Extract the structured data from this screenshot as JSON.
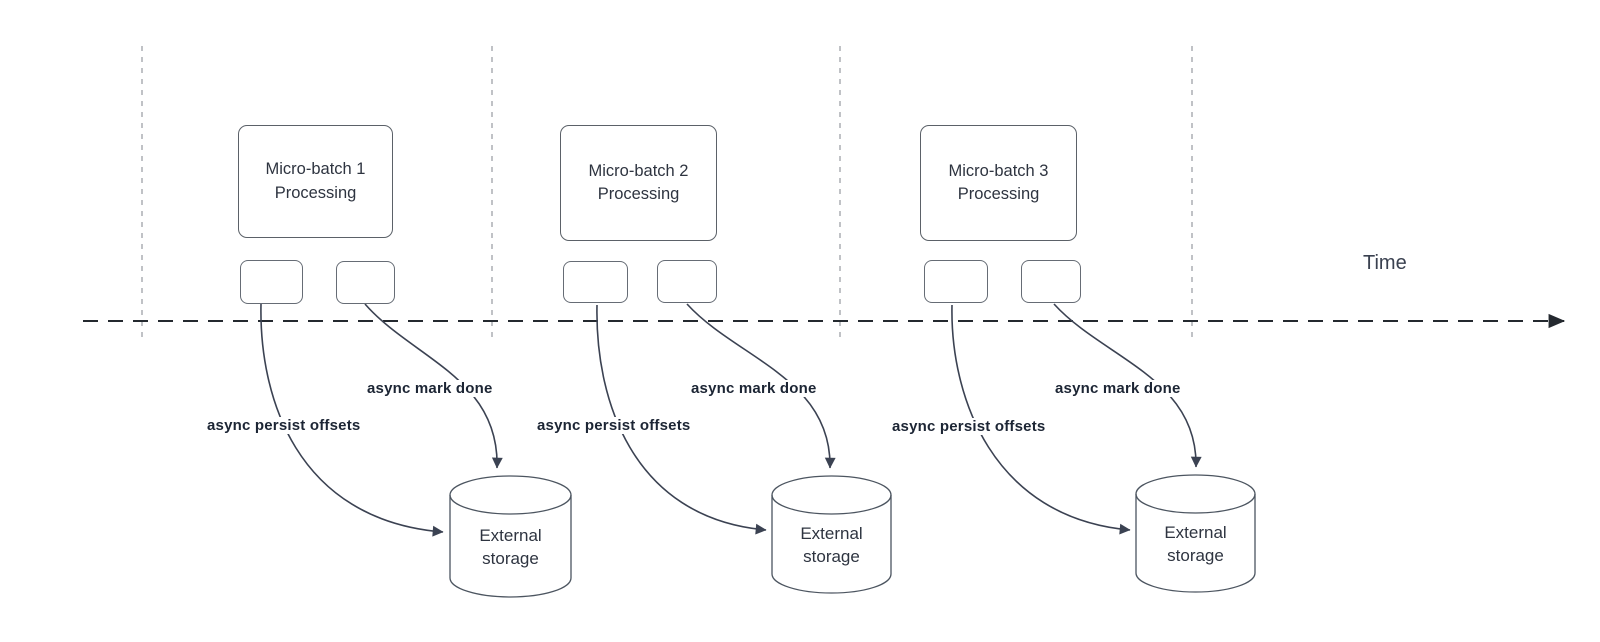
{
  "timeline": {
    "label": "Time"
  },
  "groups": [
    {
      "title": "Micro-batch 1 Processing",
      "persist_label": "async persist offsets",
      "done_label": "async mark done",
      "storage_label": "External storage"
    },
    {
      "title": "Micro-batch 2 Processing",
      "persist_label": "async persist offsets",
      "done_label": "async mark done",
      "storage_label": "External storage"
    },
    {
      "title": "Micro-batch 3 Processing",
      "persist_label": "async persist offsets",
      "done_label": "async mark done",
      "storage_label": "External storage"
    }
  ],
  "colors": {
    "background": "#ffffff",
    "arrow_stroke": "#3b4252",
    "box_border": "#5b6168",
    "cylinder_stroke": "#4c5560",
    "gridline": "#b0b3b8",
    "timeline_stroke": "#24292f",
    "label_text": "#1c2534",
    "node_text": "#2e3440"
  }
}
